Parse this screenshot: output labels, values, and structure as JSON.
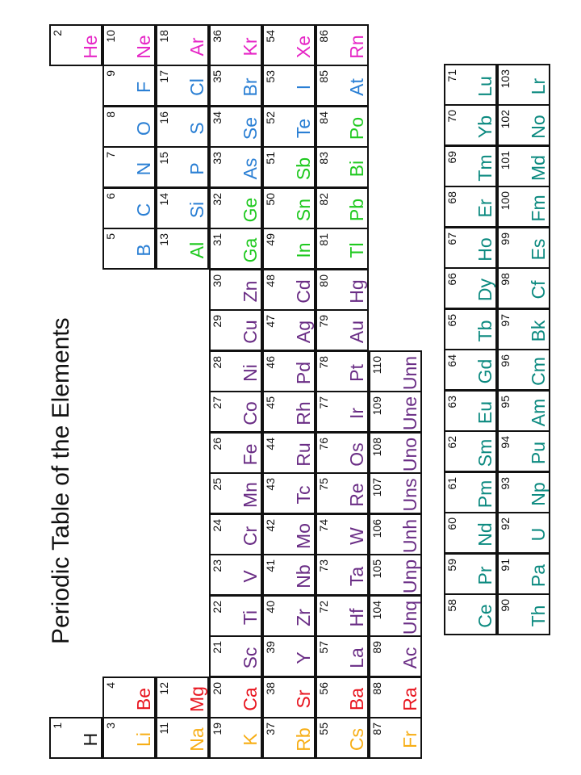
{
  "title": "Periodic Table of the Elements",
  "category_colors": {
    "hydrogen": "#111111",
    "alkali": "#f7ae16",
    "alkaline": "#e8151f",
    "transition": "#6a2d85",
    "post": "#1fc91f",
    "nonmetal": "#2a7fd4",
    "noble": "#e626c6",
    "lanthanide": "#0c8a80",
    "actinide": "#0c8a80"
  },
  "main_table": [
    {
      "num": "1",
      "sym": "H",
      "cat": "hydrogen",
      "period": 1,
      "group": 1
    },
    {
      "num": "2",
      "sym": "He",
      "cat": "noble",
      "period": 1,
      "group": 18
    },
    {
      "num": "3",
      "sym": "Li",
      "cat": "alkali",
      "period": 2,
      "group": 1
    },
    {
      "num": "4",
      "sym": "Be",
      "cat": "alkaline",
      "period": 2,
      "group": 2
    },
    {
      "num": "5",
      "sym": "B",
      "cat": "nonmetal",
      "period": 2,
      "group": 13
    },
    {
      "num": "6",
      "sym": "C",
      "cat": "nonmetal",
      "period": 2,
      "group": 14
    },
    {
      "num": "7",
      "sym": "N",
      "cat": "nonmetal",
      "period": 2,
      "group": 15
    },
    {
      "num": "8",
      "sym": "O",
      "cat": "nonmetal",
      "period": 2,
      "group": 16
    },
    {
      "num": "9",
      "sym": "F",
      "cat": "nonmetal",
      "period": 2,
      "group": 17
    },
    {
      "num": "10",
      "sym": "Ne",
      "cat": "noble",
      "period": 2,
      "group": 18
    },
    {
      "num": "11",
      "sym": "Na",
      "cat": "alkali",
      "period": 3,
      "group": 1
    },
    {
      "num": "12",
      "sym": "Mg",
      "cat": "alkaline",
      "period": 3,
      "group": 2
    },
    {
      "num": "13",
      "sym": "Al",
      "cat": "post",
      "period": 3,
      "group": 13
    },
    {
      "num": "14",
      "sym": "Si",
      "cat": "nonmetal",
      "period": 3,
      "group": 14
    },
    {
      "num": "15",
      "sym": "P",
      "cat": "nonmetal",
      "period": 3,
      "group": 15
    },
    {
      "num": "16",
      "sym": "S",
      "cat": "nonmetal",
      "period": 3,
      "group": 16
    },
    {
      "num": "17",
      "sym": "Cl",
      "cat": "nonmetal",
      "period": 3,
      "group": 17
    },
    {
      "num": "18",
      "sym": "Ar",
      "cat": "noble",
      "period": 3,
      "group": 18
    },
    {
      "num": "19",
      "sym": "K",
      "cat": "alkali",
      "period": 4,
      "group": 1
    },
    {
      "num": "20",
      "sym": "Ca",
      "cat": "alkaline",
      "period": 4,
      "group": 2
    },
    {
      "num": "21",
      "sym": "Sc",
      "cat": "transition",
      "period": 4,
      "group": 3
    },
    {
      "num": "22",
      "sym": "Ti",
      "cat": "transition",
      "period": 4,
      "group": 4
    },
    {
      "num": "23",
      "sym": "V",
      "cat": "transition",
      "period": 4,
      "group": 5
    },
    {
      "num": "24",
      "sym": "Cr",
      "cat": "transition",
      "period": 4,
      "group": 6
    },
    {
      "num": "25",
      "sym": "Mn",
      "cat": "transition",
      "period": 4,
      "group": 7
    },
    {
      "num": "26",
      "sym": "Fe",
      "cat": "transition",
      "period": 4,
      "group": 8
    },
    {
      "num": "27",
      "sym": "Co",
      "cat": "transition",
      "period": 4,
      "group": 9
    },
    {
      "num": "28",
      "sym": "Ni",
      "cat": "transition",
      "period": 4,
      "group": 10
    },
    {
      "num": "29",
      "sym": "Cu",
      "cat": "transition",
      "period": 4,
      "group": 11
    },
    {
      "num": "30",
      "sym": "Zn",
      "cat": "transition",
      "period": 4,
      "group": 12
    },
    {
      "num": "31",
      "sym": "Ga",
      "cat": "post",
      "period": 4,
      "group": 13
    },
    {
      "num": "32",
      "sym": "Ge",
      "cat": "post",
      "period": 4,
      "group": 14
    },
    {
      "num": "33",
      "sym": "As",
      "cat": "nonmetal",
      "period": 4,
      "group": 15
    },
    {
      "num": "34",
      "sym": "Se",
      "cat": "nonmetal",
      "period": 4,
      "group": 16
    },
    {
      "num": "35",
      "sym": "Br",
      "cat": "nonmetal",
      "period": 4,
      "group": 17
    },
    {
      "num": "36",
      "sym": "Kr",
      "cat": "noble",
      "period": 4,
      "group": 18
    },
    {
      "num": "37",
      "sym": "Rb",
      "cat": "alkali",
      "period": 5,
      "group": 1
    },
    {
      "num": "38",
      "sym": "Sr",
      "cat": "alkaline",
      "period": 5,
      "group": 2
    },
    {
      "num": "39",
      "sym": "Y",
      "cat": "transition",
      "period": 5,
      "group": 3
    },
    {
      "num": "40",
      "sym": "Zr",
      "cat": "transition",
      "period": 5,
      "group": 4
    },
    {
      "num": "41",
      "sym": "Nb",
      "cat": "transition",
      "period": 5,
      "group": 5
    },
    {
      "num": "42",
      "sym": "Mo",
      "cat": "transition",
      "period": 5,
      "group": 6
    },
    {
      "num": "43",
      "sym": "Tc",
      "cat": "transition",
      "period": 5,
      "group": 7
    },
    {
      "num": "44",
      "sym": "Ru",
      "cat": "transition",
      "period": 5,
      "group": 8
    },
    {
      "num": "45",
      "sym": "Rh",
      "cat": "transition",
      "period": 5,
      "group": 9
    },
    {
      "num": "46",
      "sym": "Pd",
      "cat": "transition",
      "period": 5,
      "group": 10
    },
    {
      "num": "47",
      "sym": "Ag",
      "cat": "transition",
      "period": 5,
      "group": 11
    },
    {
      "num": "48",
      "sym": "Cd",
      "cat": "transition",
      "period": 5,
      "group": 12
    },
    {
      "num": "49",
      "sym": "In",
      "cat": "post",
      "period": 5,
      "group": 13
    },
    {
      "num": "50",
      "sym": "Sn",
      "cat": "post",
      "period": 5,
      "group": 14
    },
    {
      "num": "51",
      "sym": "Sb",
      "cat": "post",
      "period": 5,
      "group": 15
    },
    {
      "num": "52",
      "sym": "Te",
      "cat": "nonmetal",
      "period": 5,
      "group": 16
    },
    {
      "num": "53",
      "sym": "I",
      "cat": "nonmetal",
      "period": 5,
      "group": 17
    },
    {
      "num": "54",
      "sym": "Xe",
      "cat": "noble",
      "period": 5,
      "group": 18
    },
    {
      "num": "55",
      "sym": "Cs",
      "cat": "alkali",
      "period": 6,
      "group": 1
    },
    {
      "num": "56",
      "sym": "Ba",
      "cat": "alkaline",
      "period": 6,
      "group": 2
    },
    {
      "num": "57",
      "sym": "La",
      "cat": "transition",
      "period": 6,
      "group": 3
    },
    {
      "num": "72",
      "sym": "Hf",
      "cat": "transition",
      "period": 6,
      "group": 4
    },
    {
      "num": "73",
      "sym": "Ta",
      "cat": "transition",
      "period": 6,
      "group": 5
    },
    {
      "num": "74",
      "sym": "W",
      "cat": "transition",
      "period": 6,
      "group": 6
    },
    {
      "num": "75",
      "sym": "Re",
      "cat": "transition",
      "period": 6,
      "group": 7
    },
    {
      "num": "76",
      "sym": "Os",
      "cat": "transition",
      "period": 6,
      "group": 8
    },
    {
      "num": "77",
      "sym": "Ir",
      "cat": "transition",
      "period": 6,
      "group": 9
    },
    {
      "num": "78",
      "sym": "Pt",
      "cat": "transition",
      "period": 6,
      "group": 10
    },
    {
      "num": "79",
      "sym": "Au",
      "cat": "transition",
      "period": 6,
      "group": 11
    },
    {
      "num": "80",
      "sym": "Hg",
      "cat": "transition",
      "period": 6,
      "group": 12
    },
    {
      "num": "81",
      "sym": "Tl",
      "cat": "post",
      "period": 6,
      "group": 13
    },
    {
      "num": "82",
      "sym": "Pb",
      "cat": "post",
      "period": 6,
      "group": 14
    },
    {
      "num": "83",
      "sym": "Bi",
      "cat": "post",
      "period": 6,
      "group": 15
    },
    {
      "num": "84",
      "sym": "Po",
      "cat": "post",
      "period": 6,
      "group": 16
    },
    {
      "num": "85",
      "sym": "At",
      "cat": "nonmetal",
      "period": 6,
      "group": 17
    },
    {
      "num": "86",
      "sym": "Rn",
      "cat": "noble",
      "period": 6,
      "group": 18
    },
    {
      "num": "87",
      "sym": "Fr",
      "cat": "alkali",
      "period": 7,
      "group": 1
    },
    {
      "num": "88",
      "sym": "Ra",
      "cat": "alkaline",
      "period": 7,
      "group": 2
    },
    {
      "num": "89",
      "sym": "Ac",
      "cat": "transition",
      "period": 7,
      "group": 3
    },
    {
      "num": "104",
      "sym": "Unq",
      "cat": "transition",
      "period": 7,
      "group": 4
    },
    {
      "num": "105",
      "sym": "Unp",
      "cat": "transition",
      "period": 7,
      "group": 5
    },
    {
      "num": "106",
      "sym": "Unh",
      "cat": "transition",
      "period": 7,
      "group": 6
    },
    {
      "num": "107",
      "sym": "Uns",
      "cat": "transition",
      "period": 7,
      "group": 7
    },
    {
      "num": "108",
      "sym": "Uno",
      "cat": "transition",
      "period": 7,
      "group": 8
    },
    {
      "num": "109",
      "sym": "Une",
      "cat": "transition",
      "period": 7,
      "group": 9
    },
    {
      "num": "110",
      "sym": "Unn",
      "cat": "transition",
      "period": 7,
      "group": 10
    }
  ],
  "f_block": [
    {
      "num": "58",
      "sym": "Ce",
      "cat": "lanthanide",
      "row": 1,
      "col": 1
    },
    {
      "num": "59",
      "sym": "Pr",
      "cat": "lanthanide",
      "row": 1,
      "col": 2
    },
    {
      "num": "60",
      "sym": "Nd",
      "cat": "lanthanide",
      "row": 1,
      "col": 3
    },
    {
      "num": "61",
      "sym": "Pm",
      "cat": "lanthanide",
      "row": 1,
      "col": 4
    },
    {
      "num": "62",
      "sym": "Sm",
      "cat": "lanthanide",
      "row": 1,
      "col": 5
    },
    {
      "num": "63",
      "sym": "Eu",
      "cat": "lanthanide",
      "row": 1,
      "col": 6
    },
    {
      "num": "64",
      "sym": "Gd",
      "cat": "lanthanide",
      "row": 1,
      "col": 7
    },
    {
      "num": "65",
      "sym": "Tb",
      "cat": "lanthanide",
      "row": 1,
      "col": 8
    },
    {
      "num": "66",
      "sym": "Dy",
      "cat": "lanthanide",
      "row": 1,
      "col": 9
    },
    {
      "num": "67",
      "sym": "Ho",
      "cat": "lanthanide",
      "row": 1,
      "col": 10
    },
    {
      "num": "68",
      "sym": "Er",
      "cat": "lanthanide",
      "row": 1,
      "col": 11
    },
    {
      "num": "69",
      "sym": "Tm",
      "cat": "lanthanide",
      "row": 1,
      "col": 12
    },
    {
      "num": "70",
      "sym": "Yb",
      "cat": "lanthanide",
      "row": 1,
      "col": 13
    },
    {
      "num": "71",
      "sym": "Lu",
      "cat": "lanthanide",
      "row": 1,
      "col": 14
    },
    {
      "num": "90",
      "sym": "Th",
      "cat": "actinide",
      "row": 2,
      "col": 1
    },
    {
      "num": "91",
      "sym": "Pa",
      "cat": "actinide",
      "row": 2,
      "col": 2
    },
    {
      "num": "92",
      "sym": "U",
      "cat": "actinide",
      "row": 2,
      "col": 3
    },
    {
      "num": "93",
      "sym": "Np",
      "cat": "actinide",
      "row": 2,
      "col": 4
    },
    {
      "num": "94",
      "sym": "Pu",
      "cat": "actinide",
      "row": 2,
      "col": 5
    },
    {
      "num": "95",
      "sym": "Am",
      "cat": "actinide",
      "row": 2,
      "col": 6
    },
    {
      "num": "96",
      "sym": "Cm",
      "cat": "actinide",
      "row": 2,
      "col": 7
    },
    {
      "num": "97",
      "sym": "Bk",
      "cat": "actinide",
      "row": 2,
      "col": 8
    },
    {
      "num": "98",
      "sym": "Cf",
      "cat": "actinide",
      "row": 2,
      "col": 9
    },
    {
      "num": "99",
      "sym": "Es",
      "cat": "actinide",
      "row": 2,
      "col": 10
    },
    {
      "num": "100",
      "sym": "Fm",
      "cat": "actinide",
      "row": 2,
      "col": 11
    },
    {
      "num": "101",
      "sym": "Md",
      "cat": "actinide",
      "row": 2,
      "col": 12
    },
    {
      "num": "102",
      "sym": "No",
      "cat": "actinide",
      "row": 2,
      "col": 13
    },
    {
      "num": "103",
      "sym": "Lr",
      "cat": "actinide",
      "row": 2,
      "col": 14
    }
  ]
}
